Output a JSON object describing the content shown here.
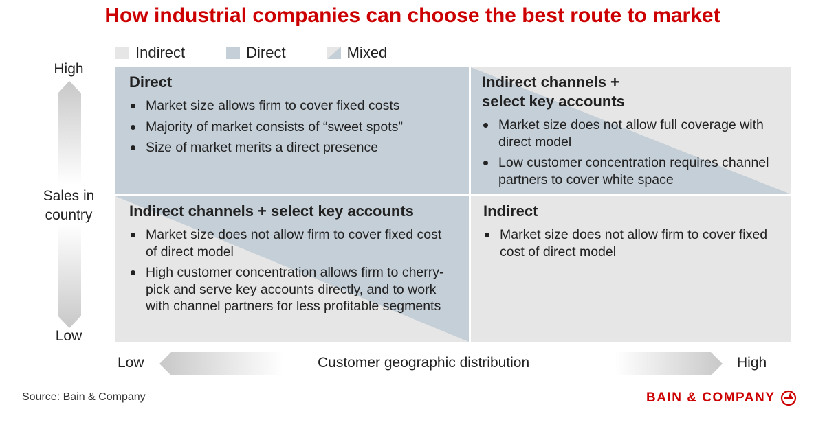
{
  "title": "How industrial companies can choose the best route to market",
  "legend": [
    {
      "label": "Indirect",
      "color": "#e6e6e6"
    },
    {
      "label": "Direct",
      "color": "#c5cfd8"
    },
    {
      "label": "Mixed"
    }
  ],
  "y_axis": {
    "high": "High",
    "label": "Sales in country",
    "low": "Low"
  },
  "x_axis": {
    "low": "Low",
    "label": "Customer geographic distribution",
    "high": "High"
  },
  "quadrants": {
    "top_left": {
      "title": "Direct",
      "bullets": [
        "Market size allows firm to cover fixed costs",
        "Majority of market consists of “sweet spots”",
        "Size of market merits a direct presence"
      ]
    },
    "top_right": {
      "title_1": "Indirect channels +",
      "title_2": "select key accounts",
      "bullets": [
        "Market size does not allow full coverage with direct model",
        "Low customer concentration requires channel partners to cover white space"
      ]
    },
    "bottom_left": {
      "title": "Indirect channels + select key accounts",
      "bullets": [
        "Market size does not allow firm to cover fixed cost of direct model",
        "High customer concentration allows firm to cherry-pick and serve key accounts directly, and to work with channel partners for less profitable segments"
      ]
    },
    "bottom_right": {
      "title": "Indirect",
      "bullets": [
        "Market size does not allow firm to cover fixed cost of direct model"
      ]
    }
  },
  "source": "Source: Bain & Company",
  "logo": "BAIN & COMPANY",
  "colors": {
    "accent": "#cc0000",
    "direct": "#c5cfd8",
    "indirect": "#e6e6e6"
  }
}
